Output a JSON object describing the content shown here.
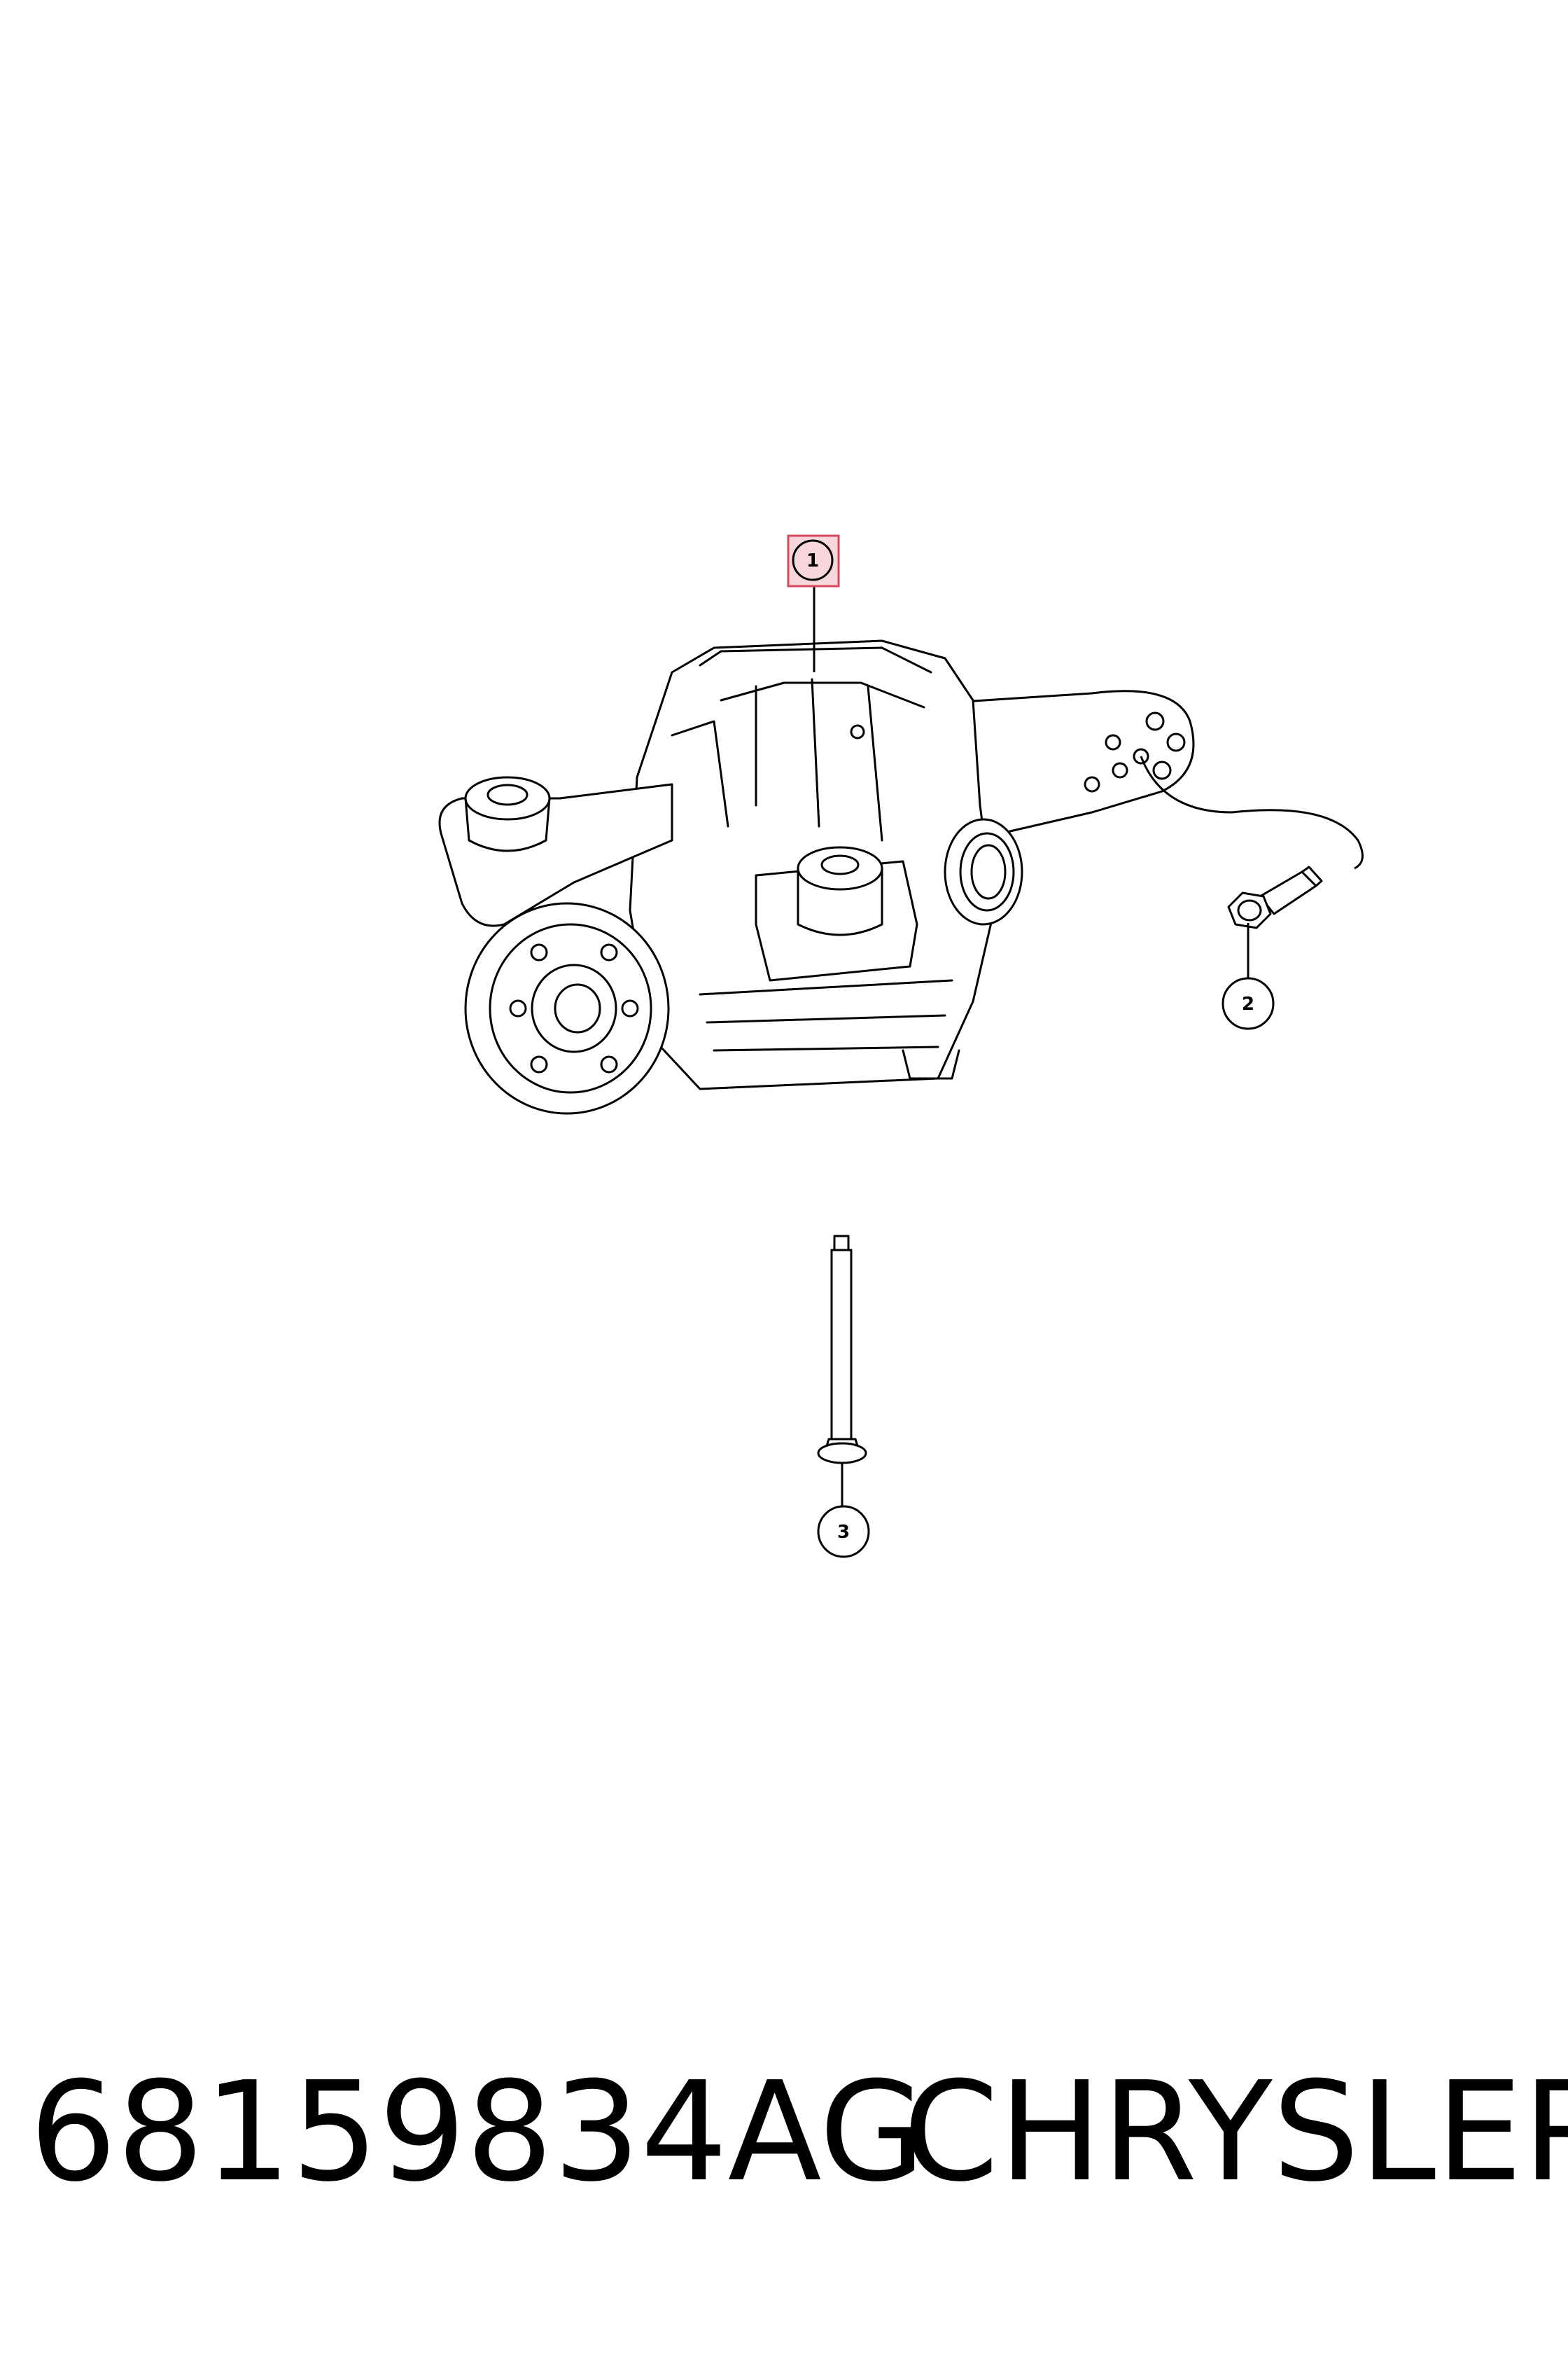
{
  "callouts": [
    {
      "label": "1"
    },
    {
      "label": "2"
    },
    {
      "label": "3"
    }
  ],
  "footer": {
    "part_number": "68159834AG",
    "brand": "CHRYSLER"
  },
  "colors": {
    "line": "#000000",
    "highlight_fill": "#f7d6dc",
    "highlight_stroke": "#d9485f"
  }
}
